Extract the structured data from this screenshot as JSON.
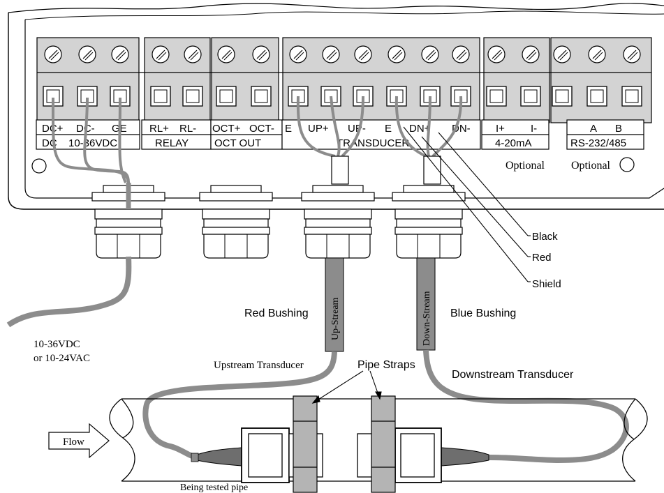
{
  "colors": {
    "line": "#000000",
    "cable": "#8c8c8c",
    "cable_dark": "#6e6e6e",
    "terminal": "#d3d3d3",
    "strap": "#b4b4b4",
    "background": "#ffffff"
  },
  "terminal_groups": [
    {
      "id": "power",
      "pins": [
        "DC+",
        "DC-",
        "GE"
      ],
      "sub_left": "DC",
      "sub_right": "10-36VDC"
    },
    {
      "id": "relay",
      "pins": [
        "RL+",
        "RL-"
      ],
      "sub": "RELAY"
    },
    {
      "id": "oct",
      "pins": [
        "OCT+",
        "OCT-"
      ],
      "sub": "OCT OUT"
    },
    {
      "id": "transducer",
      "pins": [
        "E",
        "UP+",
        "UP-",
        "E",
        "DN+",
        "DN-"
      ],
      "sub": "TRANSDUCER"
    },
    {
      "id": "analog",
      "pins": [
        "I+",
        "I-"
      ],
      "sub": "4-20mA",
      "note": "Optional"
    },
    {
      "id": "serial",
      "pins": [
        "A",
        "B"
      ],
      "sub": "RS-232/485",
      "note": "Optional"
    }
  ],
  "wire_labels": {
    "black": "Black",
    "red": "Red",
    "shield": "Shield"
  },
  "cable_labels": {
    "upstream_cable": "Up-Stream",
    "downstream_cable": "Down-Stream",
    "red_bushing": "Red Bushing",
    "blue_bushing": "Blue Bushing"
  },
  "power_input": {
    "line1": "10-36VDC",
    "line2": "or 10-24VAC"
  },
  "pipe_labels": {
    "upstream_transducer": "Upstream Transducer",
    "downstream_transducer": "Downstream Transducer",
    "pipe_straps": "Pipe Straps",
    "flow": "Flow",
    "pipe": "Being tested pipe"
  }
}
